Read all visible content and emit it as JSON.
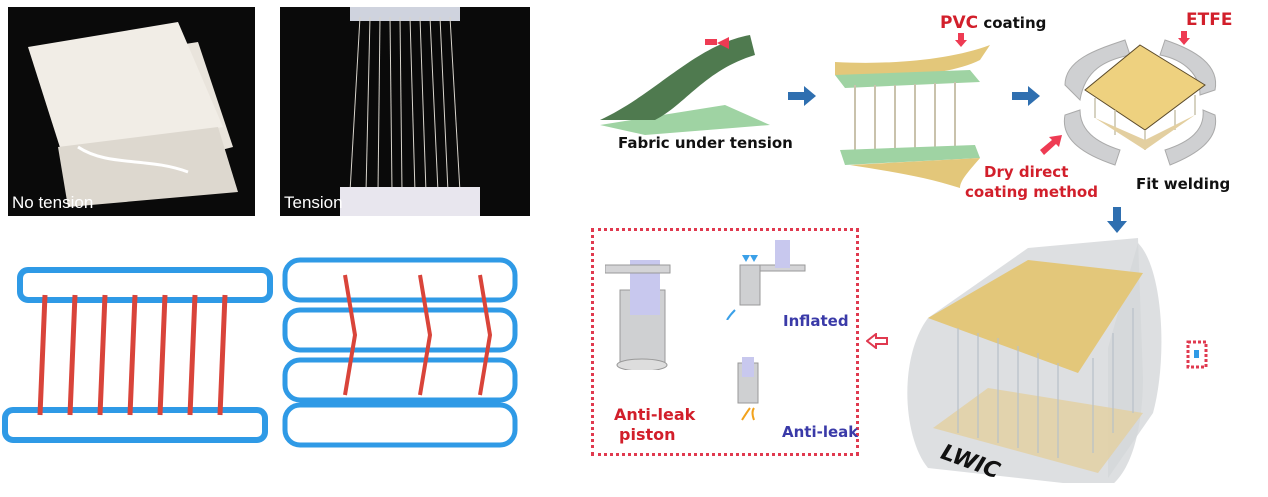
{
  "photos": [
    {
      "label": "No tension"
    },
    {
      "label": "Tension"
    }
  ],
  "process": {
    "fabric_label": "Fabric under tension",
    "pvc_label_highlight": "PVC",
    "pvc_label_rest": " coating",
    "etfe_label": "ETFE",
    "dry_coating_line1": "Dry direct",
    "dry_coating_line2": "coating method",
    "fit_welding_label": "Fit welding"
  },
  "detail": {
    "piston_line1": "Anti-leak",
    "piston_line2": "piston",
    "inflated_label": "Inflated",
    "antileak_label": "Anti-leak"
  },
  "product": {
    "label": "LWIC"
  },
  "colors": {
    "red": "#d21f2b",
    "blue_arrow": "#2f6fb0",
    "purple_text": "#3a3aa8",
    "yellow_panel": "#e3c77a",
    "green_panel": "#9fd3a3",
    "mesh_blue": "#3aa0e8",
    "yarn_red": "#d9443a"
  }
}
